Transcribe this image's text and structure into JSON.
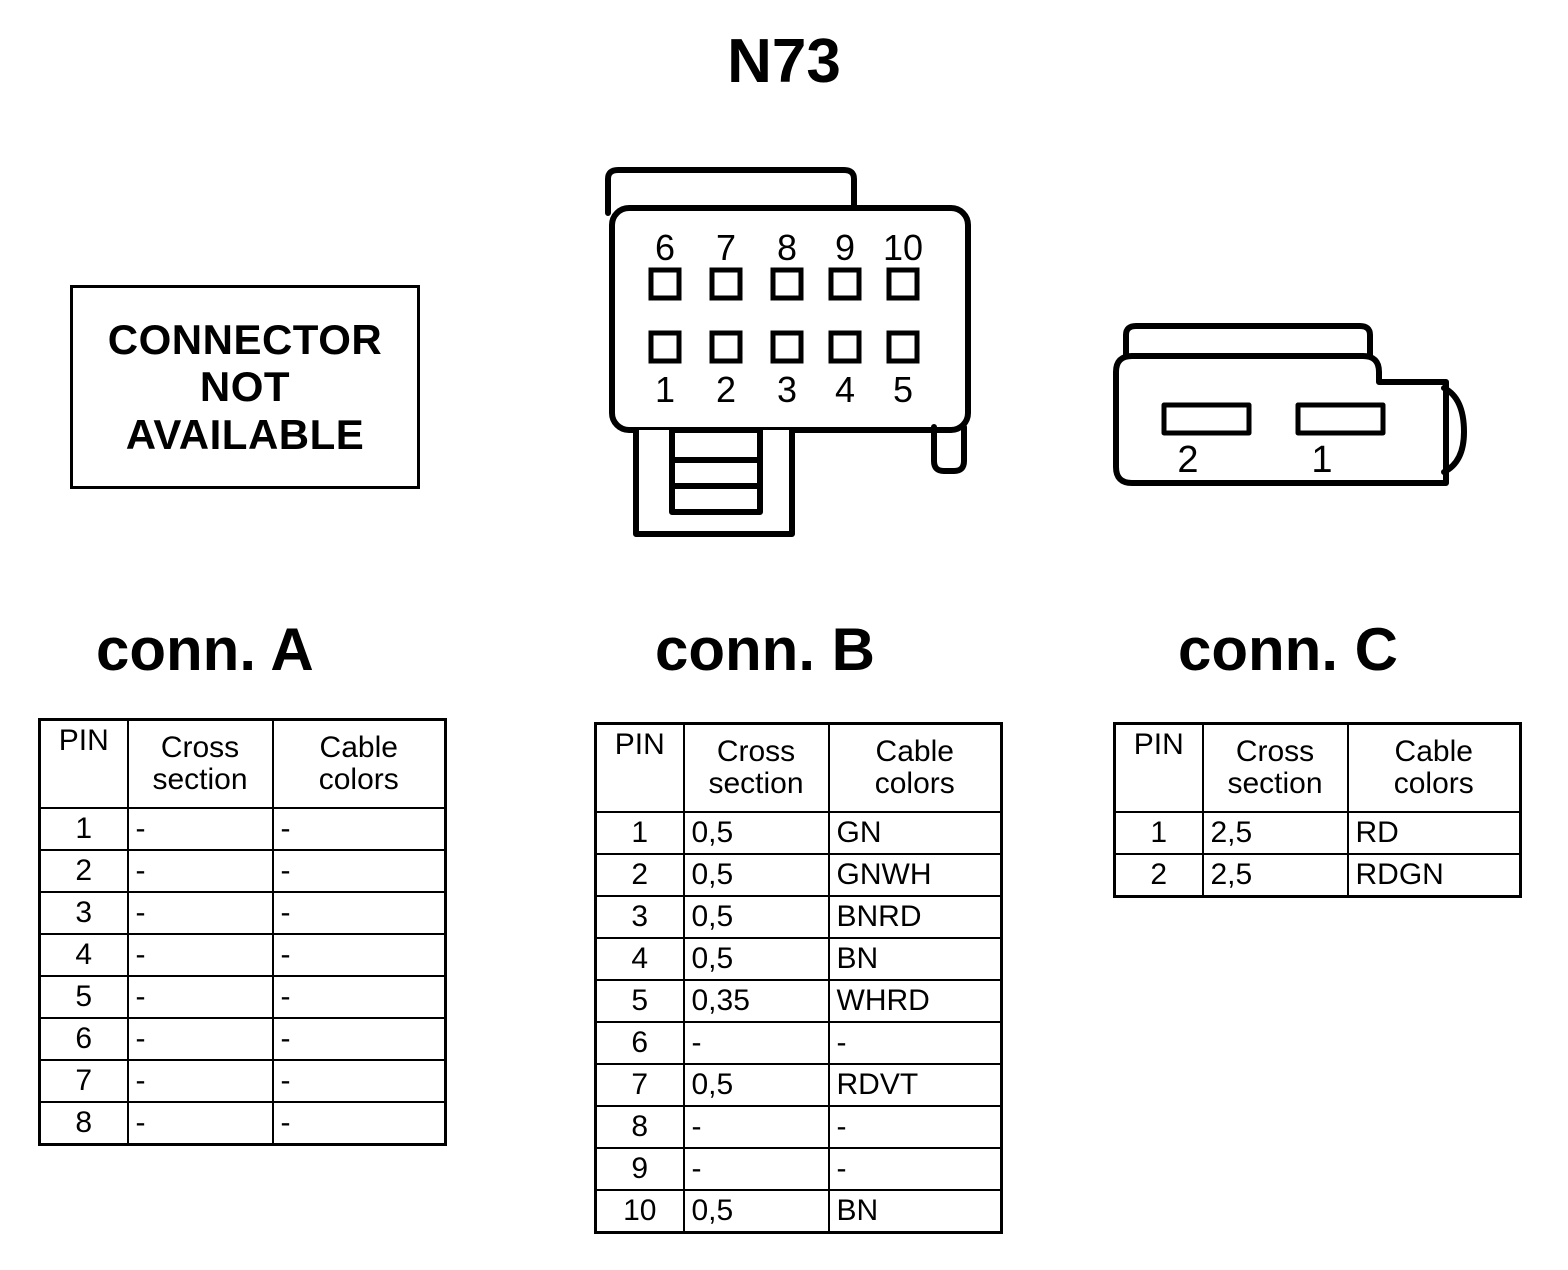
{
  "title": "N73",
  "not_available_box": {
    "line1": "CONNECTOR",
    "line2": "NOT",
    "line3": "AVAILABLE"
  },
  "connector_b_diagram": {
    "top_row_pins": [
      "6",
      "7",
      "8",
      "9",
      "10"
    ],
    "bottom_row_pins": [
      "1",
      "2",
      "3",
      "4",
      "5"
    ]
  },
  "connector_c_diagram": {
    "pins": [
      "2",
      "1"
    ]
  },
  "headings": {
    "a": "conn. A",
    "b": "conn. B",
    "c": "conn. C"
  },
  "table_headers": {
    "pin": "PIN",
    "cross_line1": "Cross",
    "cross_line2": "section",
    "color_line1": "Cable",
    "color_line2": "colors"
  },
  "conn_a_rows": [
    {
      "pin": "1",
      "cross": "-",
      "color": "-"
    },
    {
      "pin": "2",
      "cross": "-",
      "color": "-"
    },
    {
      "pin": "3",
      "cross": "-",
      "color": "-"
    },
    {
      "pin": "4",
      "cross": "-",
      "color": "-"
    },
    {
      "pin": "5",
      "cross": "-",
      "color": "-"
    },
    {
      "pin": "6",
      "cross": "-",
      "color": "-"
    },
    {
      "pin": "7",
      "cross": "-",
      "color": "-"
    },
    {
      "pin": "8",
      "cross": "-",
      "color": "-"
    }
  ],
  "conn_b_rows": [
    {
      "pin": "1",
      "cross": "0,5",
      "color": "GN"
    },
    {
      "pin": "2",
      "cross": "0,5",
      "color": "GNWH"
    },
    {
      "pin": "3",
      "cross": "0,5",
      "color": "BNRD"
    },
    {
      "pin": "4",
      "cross": "0,5",
      "color": "BN"
    },
    {
      "pin": "5",
      "cross": "0,35",
      "color": "WHRD"
    },
    {
      "pin": "6",
      "cross": "-",
      "color": "-"
    },
    {
      "pin": "7",
      "cross": "0,5",
      "color": "RDVT"
    },
    {
      "pin": "8",
      "cross": "-",
      "color": "-"
    },
    {
      "pin": "9",
      "cross": "-",
      "color": "-"
    },
    {
      "pin": "10",
      "cross": "0,5",
      "color": "BN"
    }
  ],
  "conn_c_rows": [
    {
      "pin": "1",
      "cross": "2,5",
      "color": "RD"
    },
    {
      "pin": "2",
      "cross": "2,5",
      "color": "RDGN"
    }
  ],
  "colors": {
    "stroke": "#000000",
    "background": "#ffffff"
  }
}
